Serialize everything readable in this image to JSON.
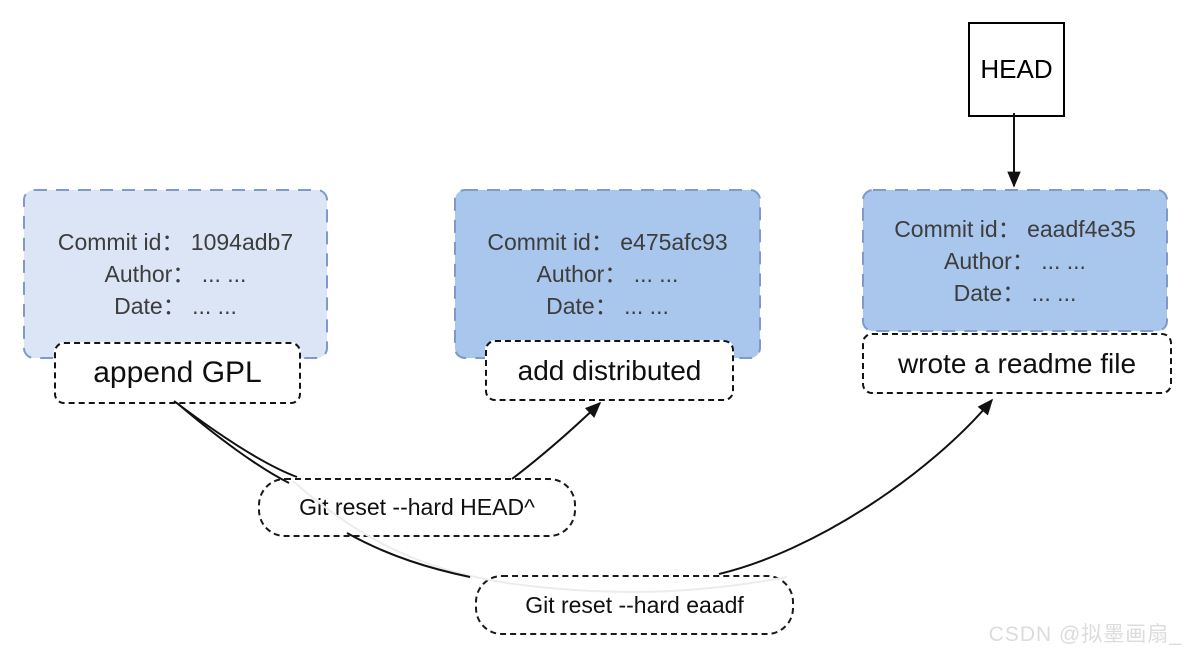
{
  "diagram": {
    "head_label": "HEAD",
    "commits": [
      {
        "id_line": "Commit id： 1094adb7",
        "author_line": "Author： ... ...",
        "date_line": "Date： ... ...",
        "message": "append GPL"
      },
      {
        "id_line": "Commit id： e475afc93",
        "author_line": "Author： ... ...",
        "date_line": "Date： ... ...",
        "message": "add distributed"
      },
      {
        "id_line": "Commit id： eaadf4e35",
        "author_line": "Author： ... ...",
        "date_line": "Date： ... ...",
        "message": "wrote a readme file"
      }
    ],
    "commands": [
      {
        "label": "Git reset --hard HEAD^"
      },
      {
        "label": "Git reset --hard eaadf"
      }
    ],
    "colors": {
      "commit_old_fill": "#dbe5f6",
      "commit_fill": "#a9c6ec",
      "commit_border": "#7f9aca",
      "arrow": "#111111",
      "faint_line": "#ececec"
    },
    "watermark": "CSDN @拟墨画扇_"
  }
}
